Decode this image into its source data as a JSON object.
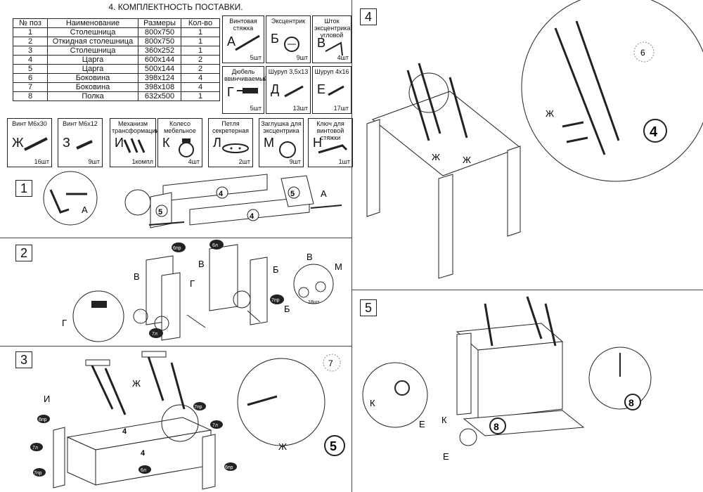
{
  "title": "4. КОМПЛЕКТНОСТЬ ПОСТАВКИ.",
  "table": {
    "headers": [
      "№ поз",
      "Наименование",
      "Размеры",
      "Кол-во"
    ],
    "rows": [
      [
        "1",
        "Столешница",
        "800x750",
        "1"
      ],
      [
        "2",
        "Откидная столешница",
        "800x750",
        "1"
      ],
      [
        "3",
        "Столешница",
        "360x252",
        "1"
      ],
      [
        "4",
        "Царга",
        "600x144",
        "2"
      ],
      [
        "5",
        "Царга",
        "500x144",
        "2"
      ],
      [
        "6",
        "Боковина",
        "398x124",
        "4"
      ],
      [
        "7",
        "Боковина",
        "398x108",
        "4"
      ],
      [
        "8",
        "Полка",
        "632x500",
        "1"
      ]
    ]
  },
  "hardware_top": [
    {
      "label": "Винтовая стяжка",
      "letter": "А",
      "count": "5шт"
    },
    {
      "label": "Эксцентрик",
      "letter": "Б",
      "count": "9шт"
    },
    {
      "label": "Шток эксцентрика угловой",
      "letter": "В",
      "count": "4шт"
    },
    {
      "label": "Дюбель ввинчиваемый",
      "letter": "Г",
      "count": "5шт"
    },
    {
      "label": "Шуруп 3,5x13",
      "letter": "Д",
      "count": "13шт"
    },
    {
      "label": "Шуруп 4x16",
      "letter": "Е",
      "count": "17шт"
    }
  ],
  "hardware_bottom": [
    {
      "label": "Винт М6х30",
      "letter": "Ж",
      "count": "16шт"
    },
    {
      "label": "Винт М6х12",
      "letter": "З",
      "count": "9шт"
    },
    {
      "label": "Механизм трансформации",
      "letter": "И",
      "count": "1компл"
    },
    {
      "label": "Колесо мебельное",
      "letter": "К",
      "count": "4шт"
    },
    {
      "label": "Петля секретерная",
      "letter": "Л",
      "count": "2шт"
    },
    {
      "label": "Заглушка для эксцентрика",
      "letter": "М",
      "count": "9шт"
    },
    {
      "label": "Ключ для винтовой стяжки",
      "letter": "Н",
      "count": "1шт"
    }
  ],
  "steps": [
    "1",
    "2",
    "3",
    "4",
    "5"
  ],
  "labels": {
    "s1": [
      "А",
      "А",
      "4",
      "4",
      "5",
      "5"
    ],
    "s2": [
      "В",
      "Г",
      "Г",
      "В",
      "Б",
      "В",
      "Б",
      "М",
      "6пр",
      "6л",
      "7пр",
      "7л",
      "18шт"
    ],
    "s3": [
      "И",
      "Ж",
      "Ж",
      "4",
      "4",
      "6пр",
      "6л",
      "7л",
      "7пр",
      "7пр",
      "7л",
      "6пр",
      "5",
      "7"
    ],
    "s4": [
      "Ж",
      "Ж",
      "Ж",
      "4",
      "6"
    ],
    "s5": [
      "К",
      "К",
      "Е",
      "Е",
      "8",
      "8"
    ]
  }
}
